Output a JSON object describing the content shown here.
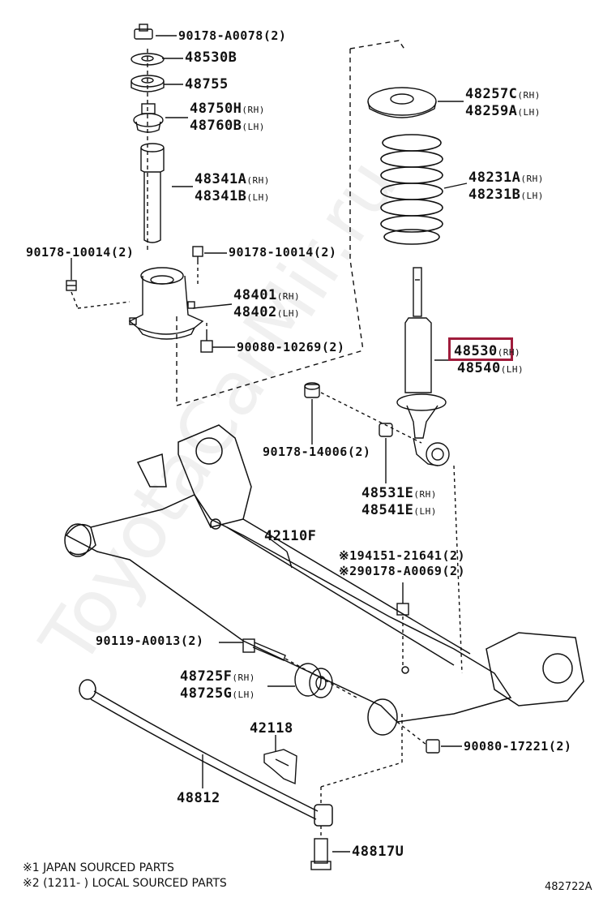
{
  "diagram_code": "482722A",
  "watermark": "ToyotaCarMir.ru",
  "parts": {
    "p_90178_A0078": {
      "no": "90178-A0078(2)"
    },
    "p_48530B": {
      "no": "48530B"
    },
    "p_48755": {
      "no": "48755"
    },
    "p_48750H": {
      "no": "48750H",
      "side": "(RH)"
    },
    "p_48760B": {
      "no": "48760B",
      "side": "(LH)"
    },
    "p_48341A": {
      "no": "48341A",
      "side": "(RH)"
    },
    "p_48341B": {
      "no": "48341B",
      "side": "(LH)"
    },
    "p_90178_10014_left": {
      "no": "90178-10014(2)"
    },
    "p_90178_10014_right": {
      "no": "90178-10014(2)"
    },
    "p_48401": {
      "no": "48401",
      "side": "(RH)"
    },
    "p_48402": {
      "no": "48402",
      "side": "(LH)"
    },
    "p_90080_10269": {
      "no": "90080-10269(2)"
    },
    "p_48257C": {
      "no": "48257C",
      "side": "(RH)"
    },
    "p_48259A": {
      "no": "48259A",
      "side": "(LH)"
    },
    "p_48231A": {
      "no": "48231A",
      "side": "(RH)"
    },
    "p_48231B": {
      "no": "48231B",
      "side": "(LH)"
    },
    "p_48530": {
      "no": "48530",
      "side": "(RH)",
      "highlighted": true
    },
    "p_48540": {
      "no": "48540",
      "side": "(LH)"
    },
    "p_90178_14006": {
      "no": "90178-14006(2)"
    },
    "p_48531E": {
      "no": "48531E",
      "side": "(RH)"
    },
    "p_48541E": {
      "no": "48541E",
      "side": "(LH)"
    },
    "p_42110F": {
      "no": "42110F"
    },
    "p_94151_21641": {
      "no": "※194151-21641(2)"
    },
    "p_90178_A0069": {
      "no": "※290178-A0069(2)"
    },
    "p_90119_A0013": {
      "no": "90119-A0013(2)"
    },
    "p_48725F": {
      "no": "48725F",
      "side": "(RH)"
    },
    "p_48725G": {
      "no": "48725G",
      "side": "(LH)"
    },
    "p_42118": {
      "no": "42118"
    },
    "p_90080_17221": {
      "no": "90080-17221(2)"
    },
    "p_48812": {
      "no": "48812"
    },
    "p_48817U": {
      "no": "48817U"
    }
  },
  "notes": {
    "note1": "※1 JAPAN SOURCED PARTS",
    "note2": "※2 (1211-      ) LOCAL SOURCED PARTS"
  },
  "colors": {
    "highlight": "#a01c3c",
    "ink": "#111111"
  }
}
